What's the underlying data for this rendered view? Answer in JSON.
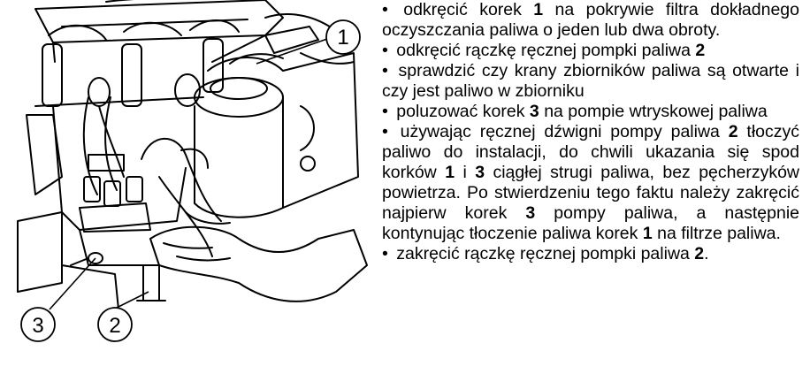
{
  "illustration": {
    "callouts": [
      {
        "label": "1",
        "meaning": "korek filtra"
      },
      {
        "label": "2",
        "meaning": "rączka ręcznej pompki paliwa"
      },
      {
        "label": "3",
        "meaning": "korek na pompie wtryskowej"
      }
    ]
  },
  "instructions": [
    {
      "bullet": "•",
      "segments": [
        {
          "text": "odkręcić korek ",
          "bold": false
        },
        {
          "text": "1",
          "bold": true
        },
        {
          "text": " na pokrywie filtra dokładnego oczyszczania paliwa o jeden lub dwa obroty.",
          "bold": false
        }
      ]
    },
    {
      "bullet": "•",
      "segments": [
        {
          "text": "odkręcić rączkę ręcznej pompki paliwa ",
          "bold": false
        },
        {
          "text": "2",
          "bold": true
        }
      ]
    },
    {
      "bullet": "•",
      "segments": [
        {
          "text": "sprawdzić czy krany zbiorników paliwa są otwarte i czy jest paliwo w zbiorniku",
          "bold": false
        }
      ]
    },
    {
      "bullet": "•",
      "segments": [
        {
          "text": "poluzować korek ",
          "bold": false
        },
        {
          "text": "3",
          "bold": true
        },
        {
          "text": " na pompie wtryskowej paliwa",
          "bold": false
        }
      ]
    },
    {
      "bullet": "•",
      "segments": [
        {
          "text": "używając ręcznej dźwigni pompy paliwa ",
          "bold": false
        },
        {
          "text": "2",
          "bold": true
        },
        {
          "text": " tłoczyć paliwo do instalacji, do chwili ukazania się spod korków ",
          "bold": false
        },
        {
          "text": "1",
          "bold": true
        },
        {
          "text": " i ",
          "bold": false
        },
        {
          "text": "3",
          "bold": true
        },
        {
          "text": " ciągłej strugi paliwa, bez pęcherzyków powietrza. Po stwierdzeniu tego faktu należy zakręcić najpierw korek ",
          "bold": false
        },
        {
          "text": "3",
          "bold": true
        },
        {
          "text": " pompy paliwa, a następnie kontynując tłoczenie paliwa korek ",
          "bold": false
        },
        {
          "text": "1",
          "bold": true
        },
        {
          "text": " na filtrze paliwa.",
          "bold": false
        }
      ]
    },
    {
      "bullet": "•",
      "segments": [
        {
          "text": "zakręcić rączkę ręcznej pompki paliwa ",
          "bold": false
        },
        {
          "text": "2",
          "bold": true
        },
        {
          "text": ".",
          "bold": false
        }
      ]
    }
  ],
  "colors": {
    "ink": "#000000",
    "paper": "#ffffff"
  }
}
